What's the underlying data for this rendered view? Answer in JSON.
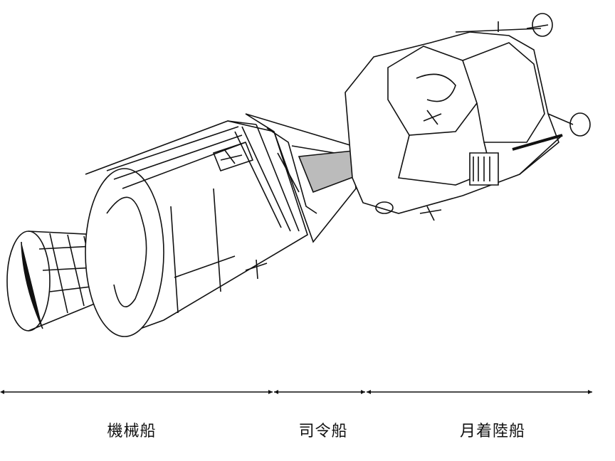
{
  "labels": {
    "service_module": "機械船",
    "command_module": "司令船",
    "lunar_module": "月着陸船"
  },
  "colors": {
    "line": "#111111",
    "background": "#ffffff"
  }
}
